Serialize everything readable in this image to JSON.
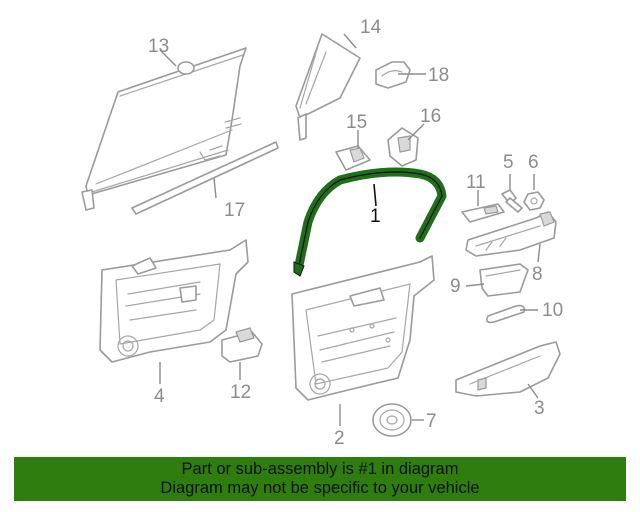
{
  "colors": {
    "banner_background": "#2e7d0e",
    "highlight_part": "#1f6e1a",
    "part_outline": "#9a9a9a",
    "callout_text": "#8c8c8c"
  },
  "callouts": [
    {
      "id": "1",
      "label": "1",
      "highlighted": true
    },
    {
      "id": "2",
      "label": "2"
    },
    {
      "id": "3",
      "label": "3"
    },
    {
      "id": "4",
      "label": "4"
    },
    {
      "id": "5",
      "label": "5"
    },
    {
      "id": "6",
      "label": "6"
    },
    {
      "id": "7",
      "label": "7"
    },
    {
      "id": "8",
      "label": "8"
    },
    {
      "id": "9",
      "label": "9"
    },
    {
      "id": "10",
      "label": "10"
    },
    {
      "id": "11",
      "label": "11"
    },
    {
      "id": "12",
      "label": "12"
    },
    {
      "id": "13",
      "label": "13"
    },
    {
      "id": "14",
      "label": "14"
    },
    {
      "id": "15",
      "label": "15"
    },
    {
      "id": "16",
      "label": "16"
    },
    {
      "id": "17",
      "label": "17"
    },
    {
      "id": "18",
      "label": "18"
    }
  ],
  "banner": {
    "line1": "Part or sub-assembly is #1 in diagram",
    "line2": "Diagram may not be specific to your vehicle"
  }
}
